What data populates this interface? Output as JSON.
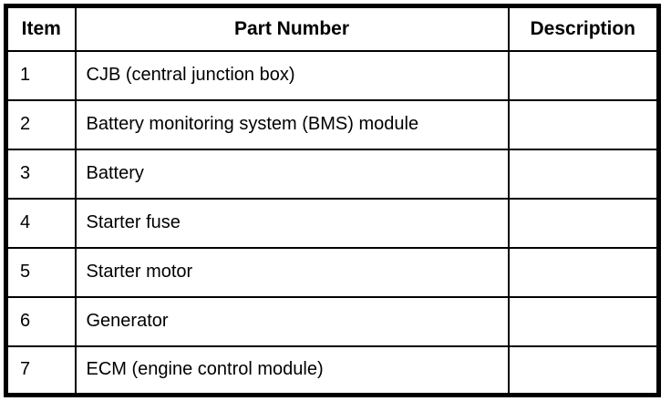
{
  "page": {
    "background_color": "#ffffff",
    "border_color": "#000000",
    "text_color": "#000000"
  },
  "table": {
    "headers": [
      "Item",
      "Part Number",
      "Description"
    ],
    "rows": [
      {
        "item": "1",
        "part_number": "CJB (central junction box)",
        "description": ""
      },
      {
        "item": "2",
        "part_number": "Battery monitoring system (BMS) module",
        "description": ""
      },
      {
        "item": "3",
        "part_number": "Battery",
        "description": ""
      },
      {
        "item": "4",
        "part_number": "Starter fuse",
        "description": ""
      },
      {
        "item": "5",
        "part_number": "Starter motor",
        "description": ""
      },
      {
        "item": "6",
        "part_number": "Generator",
        "description": ""
      },
      {
        "item": "7",
        "part_number": "ECM (engine control module)",
        "description": ""
      }
    ]
  }
}
